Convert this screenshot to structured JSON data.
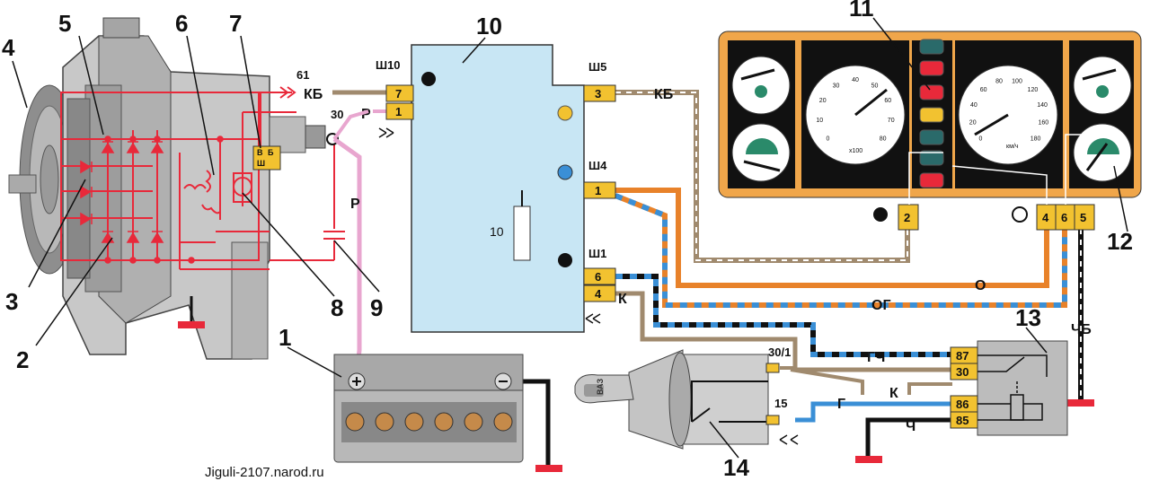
{
  "callouts": {
    "n1": "1",
    "n2": "2",
    "n3": "3",
    "n4": "4",
    "n5": "5",
    "n6": "6",
    "n7": "7",
    "n8": "8",
    "n9": "9",
    "n10": "10",
    "n11": "11",
    "n12": "12",
    "n13": "13",
    "n14": "14"
  },
  "generator": {
    "term_61": "61",
    "term_30": "30",
    "wire_kb": "КБ",
    "wire_p1": "Р",
    "wire_p2": "Р",
    "regulator_v": "В",
    "regulator_b": "Б",
    "regulator_sh": "Ш"
  },
  "relay_box": {
    "conn_sh10": "Ш10",
    "conn_sh5": "Ш5",
    "conn_sh4": "Ш4",
    "conn_sh1": "Ш1",
    "fuse_label": "10",
    "pin_7": "7",
    "pin_1a": "1",
    "pin_3": "3",
    "pin_1b": "1",
    "pin_6": "6",
    "pin_4": "4"
  },
  "wires": {
    "kb": "КБ",
    "o": "О",
    "og": "ОГ",
    "k1": "К",
    "k2": "К",
    "gch": "ГЧ",
    "g": "Г",
    "ch": "Ч",
    "chb": "ЧБ",
    "t30_1": "30/1",
    "t15": "15"
  },
  "cluster": {
    "pin_2": "2",
    "pin_4": "4",
    "pin_6": "6",
    "pin_5": "5",
    "tach_unit": "x100",
    "speed_unit": "км/ч",
    "tach_ticks": [
      "0",
      "10",
      "20",
      "30",
      "40",
      "50",
      "60",
      "70",
      "80"
    ],
    "speed_ticks": [
      "0",
      "20",
      "40",
      "60",
      "80",
      "100",
      "120",
      "140",
      "160",
      "180"
    ]
  },
  "relay13": {
    "pin_87": "87",
    "pin_30": "30",
    "pin_86": "86",
    "pin_85": "85"
  },
  "ignition": {
    "key_brand": "ВАЗ"
  },
  "watermark": "Jiguli-2107.narod.ru",
  "colors": {
    "red": "#e8293a",
    "orange": "#e8822a",
    "blue": "#3a8fd6",
    "tan": "#a08a6e",
    "pink": "#e8a6cf",
    "yellow": "#f2c230",
    "panel": "#f0a64a",
    "box": "#c8e6f4"
  }
}
